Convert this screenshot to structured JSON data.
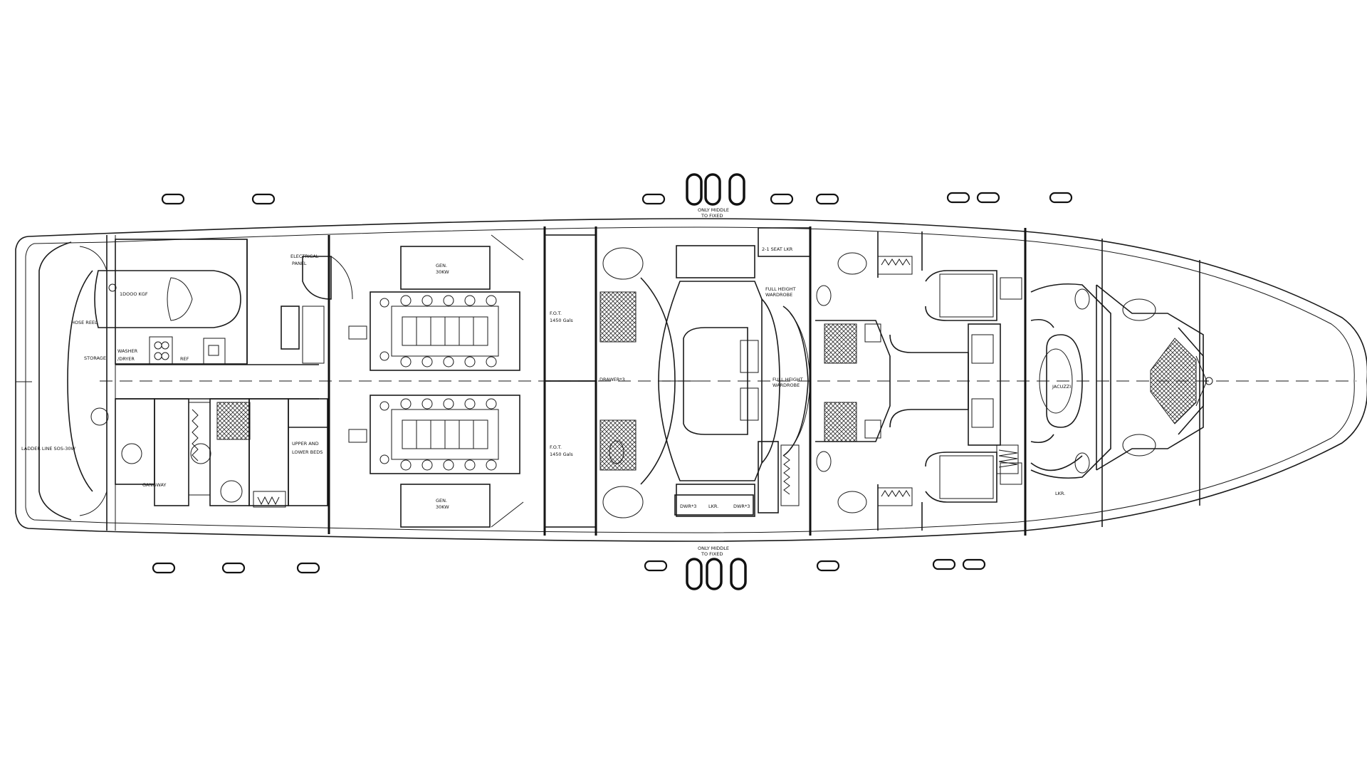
{
  "labels": {
    "middle_top_1": "ONLY MIDDLE",
    "middle_top_2": "TO FIXED",
    "middle_bot_1": "ONLY MIDDLE",
    "middle_bot_2": "TO FIXED",
    "tender": "1DOOO KGF",
    "hose_reel": "HOSE REEL",
    "storage": "STORAGE",
    "washer_dryer_1": "WASHER",
    "washer_dryer_2": "/DRYER",
    "ref": "REF",
    "electrical_1": "ELECTRICAL",
    "electrical_2": "PANEL",
    "gen_top_1": "GEN.",
    "gen_top_2": "30KW",
    "gen_bot_1": "GEN.",
    "gen_bot_2": "30KW",
    "fot_top_1": "F.O.T.",
    "fot_top_2": "1450 Gals",
    "fot_bot_1": "F.O.T.",
    "fot_bot_2": "1450 Gals",
    "ladder": "LADDER LINE SOS-30W",
    "gangway": "GANGWAY",
    "bunks_1": "UPPER AND",
    "bunks_2": "LOWER BEDS",
    "drawer_left": "DRAWER*3",
    "dwr_1": "DWR*3",
    "lkr": "LKR.",
    "dwr_2": "DWR*3",
    "bed_twin": "2-1 SEAT LKR",
    "full_height_1": "FULL HEIGHT",
    "full_height_2": "WARDROBE",
    "full_height_3": "FULL HEIGHT",
    "full_height_4": "WARDROBE",
    "jacuzzi": "JACUZZI",
    "lkr_fwd": "LKR."
  }
}
